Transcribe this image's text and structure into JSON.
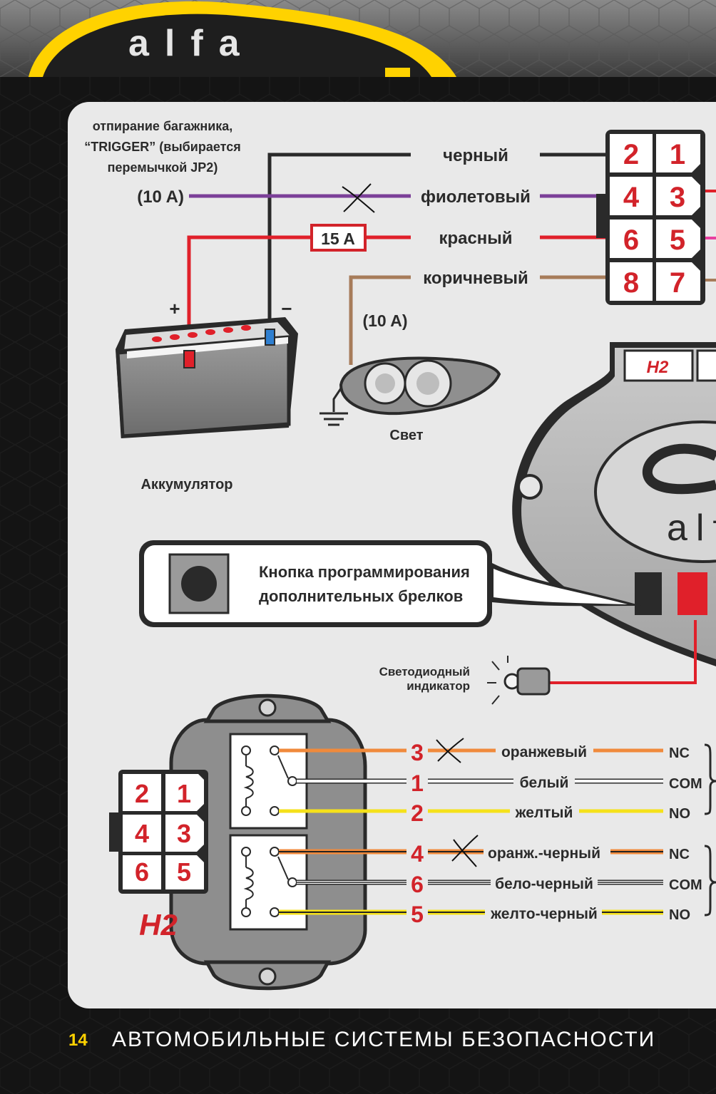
{
  "logo": {
    "text": "alfa"
  },
  "connector_main": {
    "pins": [
      "2",
      "1",
      "4",
      "3",
      "6",
      "5",
      "8",
      "7"
    ],
    "wires": [
      {
        "color_name": "черный",
        "hex": "#2a2a2a"
      },
      {
        "color_name": "фиолетовый",
        "hex": "#7b3f98"
      },
      {
        "color_name": "красный",
        "hex": "#e0202a"
      },
      {
        "color_name": "коричневый",
        "hex": "#a77c5a"
      }
    ],
    "trunk_note": [
      "отпирание багажника,",
      "“TRIGGER” (выбирается",
      "перемычкой JP2)"
    ],
    "violet_current": "(10 A)",
    "fuse": "15 A",
    "light_current": "(10 A)"
  },
  "battery": {
    "label": "Аккумулятор",
    "plus": "+",
    "minus": "−"
  },
  "light": {
    "label": "Свет"
  },
  "unit": {
    "connector_label": "H2",
    "logo_text": "alf"
  },
  "button_callout": {
    "line1": "Кнопка программирования",
    "line2": "дополнительных брелков"
  },
  "led": {
    "line1": "Светодиодный",
    "line2": "индикатор"
  },
  "relay": {
    "connector_label": "H2",
    "pins": [
      "2",
      "1",
      "4",
      "3",
      "6",
      "5"
    ],
    "wires": [
      {
        "pin": "3",
        "name": "оранжевый",
        "contact": "NC",
        "main_hex": "#f08a3c",
        "stripe_hex": ""
      },
      {
        "pin": "1",
        "name": "белый",
        "contact": "COM",
        "main_hex": "#ffffff",
        "stripe_hex": ""
      },
      {
        "pin": "2",
        "name": "желтый",
        "contact": "NO",
        "main_hex": "#f5e11a",
        "stripe_hex": ""
      },
      {
        "pin": "4",
        "name": "оранж.-черный",
        "contact": "NC",
        "main_hex": "#f08a3c",
        "stripe_hex": "#222222"
      },
      {
        "pin": "6",
        "name": "бело-черный",
        "contact": "COM",
        "main_hex": "#ffffff",
        "stripe_hex": "#222222"
      },
      {
        "pin": "5",
        "name": "желто-черный",
        "contact": "NO",
        "main_hex": "#f5e11a",
        "stripe_hex": "#222222"
      }
    ]
  },
  "footer": {
    "page_number": "14",
    "title": "АВТОМОБИЛЬНЫЕ СИСТЕМЫ БЕЗОПАСНОСТИ"
  },
  "colors": {
    "panel": "#e9e9e9",
    "accent_yellow": "#ffd200",
    "red_text": "#d2232a"
  }
}
